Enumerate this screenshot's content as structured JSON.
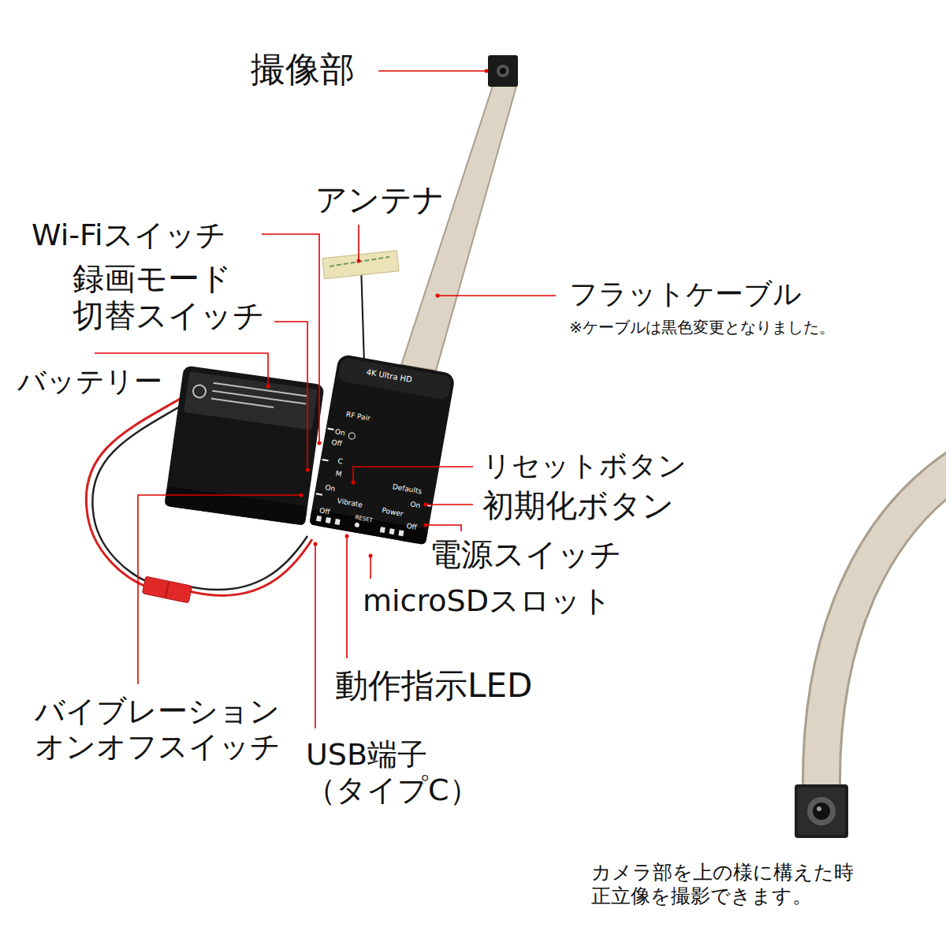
{
  "diagram": {
    "labels": [
      "撮像部",
      "アンテナ",
      "Wi-Fiスイッチ",
      "録画モード 切替スイッチ",
      "フラットケーブル",
      "※ケーブルは黒色変更となりました。",
      "バッテリー",
      "リセットボタン",
      "初期化ボタン",
      "電源スイッチ",
      "microSDスロット",
      "動作指示LED",
      "バイブレーション オンオフスイッチ",
      "USB端子 （タイプC）",
      "カメラ部を上の様に構えた時 正立像を撮影できます。",
      "4K Ultra HD",
      "RF Pair",
      "On",
      "Off",
      "C",
      "M",
      "On",
      "Off",
      "Vibrate",
      "Defaults",
      "On",
      "Power",
      "Off",
      "RESET"
    ]
  }
}
